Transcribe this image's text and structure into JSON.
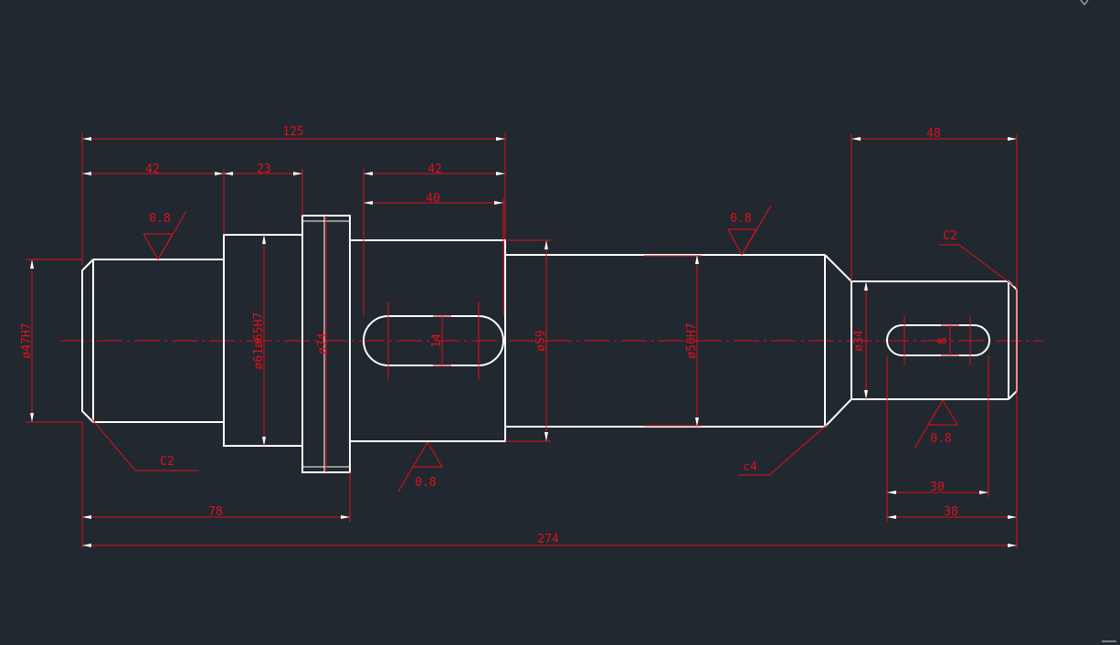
{
  "drawing": {
    "colors": {
      "background": "#212830",
      "part": "#ffffff",
      "annotation": "#e0101a"
    },
    "dimensions": {
      "overall_length": "274",
      "left_span": "125",
      "step_42_left": "42",
      "step_23": "23",
      "step_42_right": "42",
      "keyway_left_length": "40",
      "right_end_length": "48",
      "left_to_collar": "78",
      "keyway_right_length": "30",
      "right_keyway_span": "38",
      "dia_left_end": "ø47H7",
      "dia_bearing": "ø61ø65H7",
      "dia_collar": "ø74",
      "keyway_left_width": "14",
      "dia_59": "ø59",
      "dia_50": "ø50H7",
      "dia_34": "ø34",
      "keyway_right_width": "8"
    },
    "roughness": {
      "left_journal": "0.8",
      "collar_underside": "0.8",
      "middle_shaft": "0.8",
      "right_end": "0.8"
    },
    "chamfers": {
      "left_end": "C2",
      "right_end": "C2",
      "shoulder": "c4"
    }
  }
}
